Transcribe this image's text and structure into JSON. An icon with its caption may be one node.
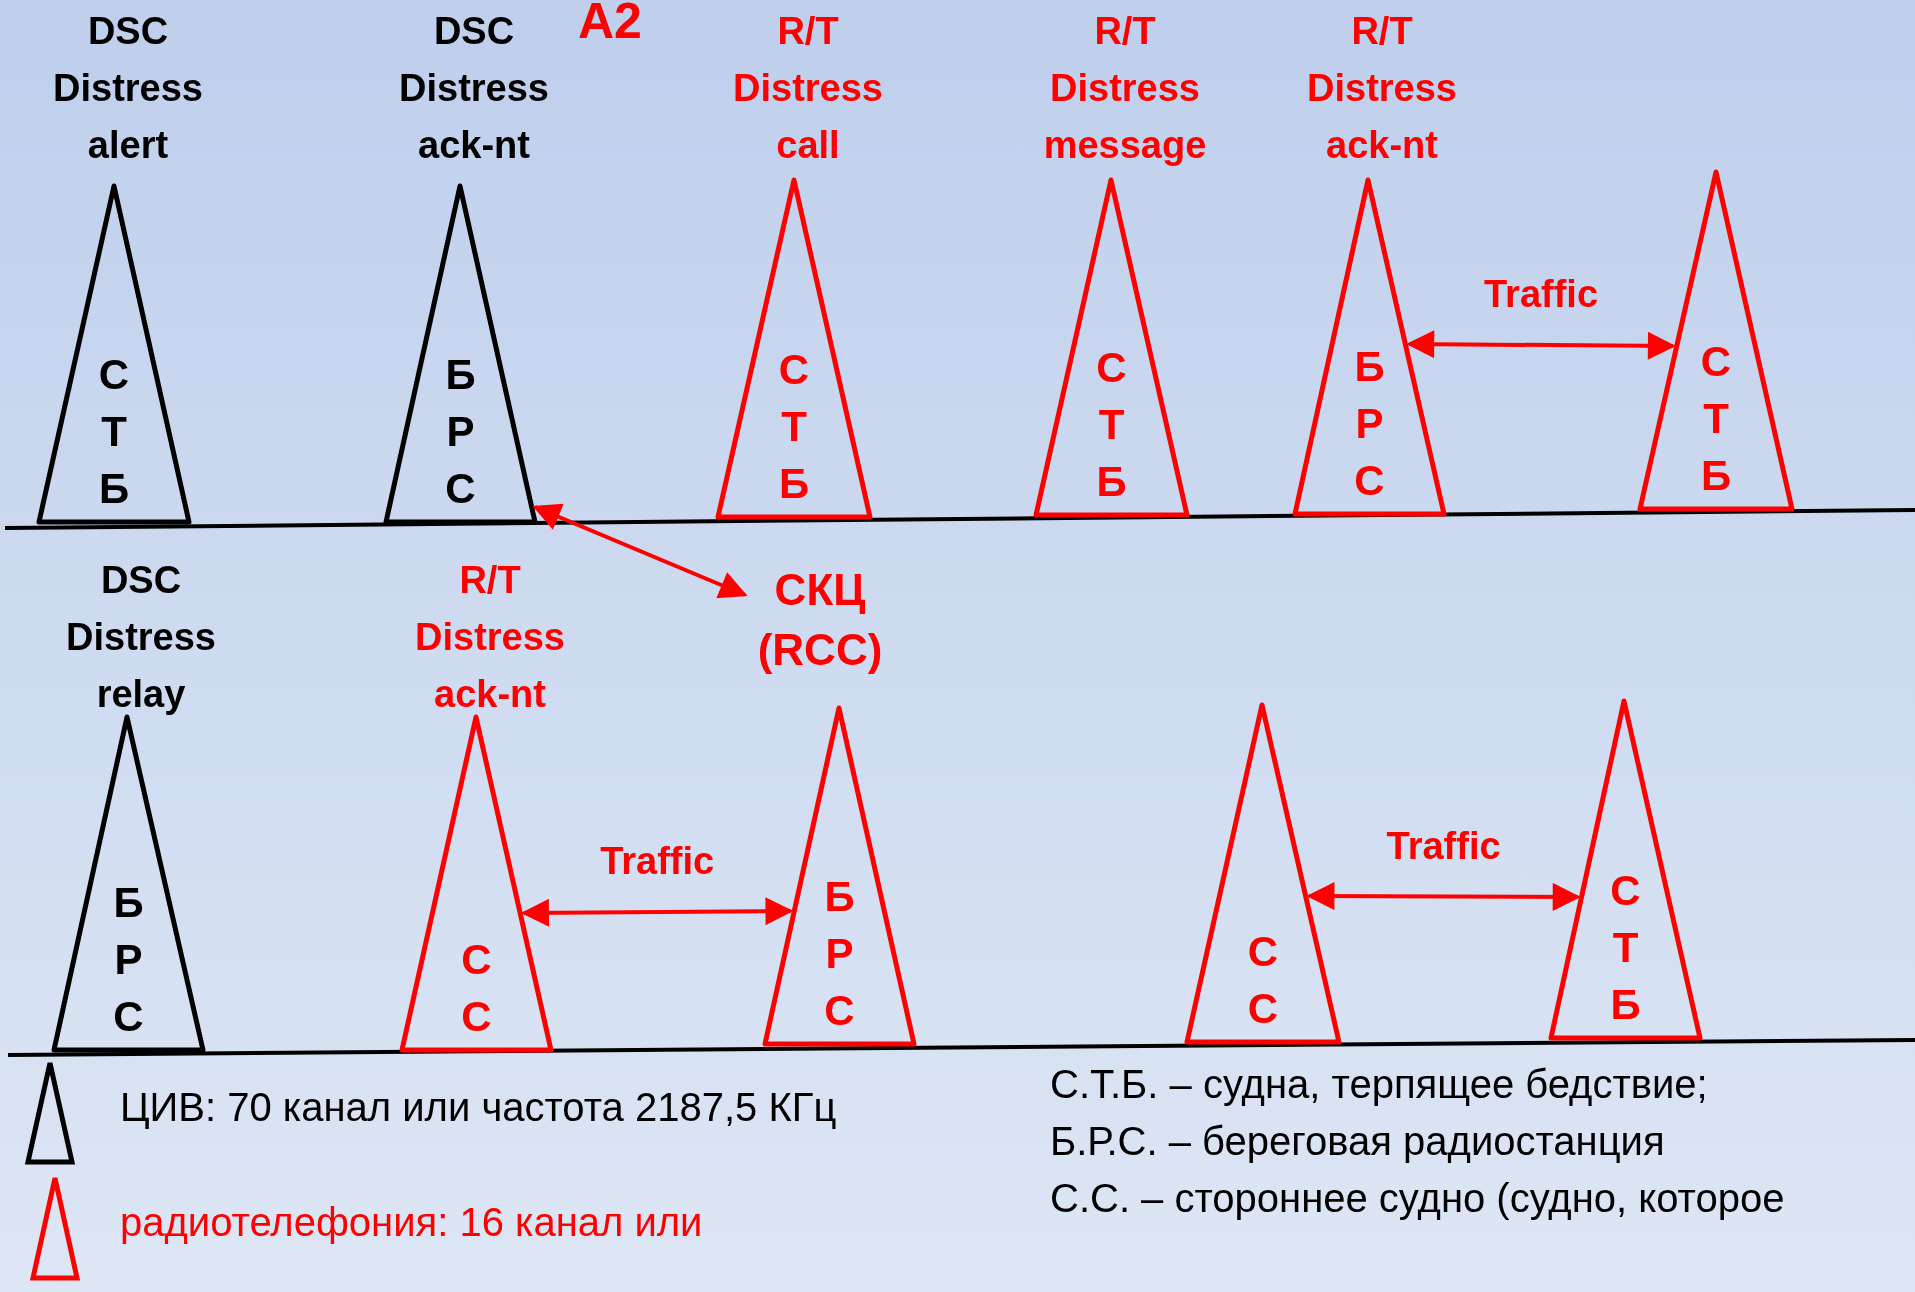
{
  "diagram": {
    "title": "A2",
    "nodes": [
      {
        "text": [
          "DSC Distress alert",
          "С Т Б"
        ]
      },
      {
        "text": [
          "DSC Distress ack-nt",
          "Б Р С"
        ]
      },
      {
        "text": [
          "R/T Distress call",
          "С Т Б"
        ]
      },
      {
        "text": [
          "R/T Distress message",
          "С Т Б"
        ]
      },
      {
        "text": [
          "R/T Distress ack-nt",
          "Б Р С"
        ]
      },
      {
        "text": [
          "С Т Б"
        ]
      },
      {
        "text": [
          "СКЦ (RCC)"
        ]
      },
      {
        "text": [
          "DSC Distress relay",
          "Б Р С"
        ]
      },
      {
        "text": [
          "R/T Distress ack-nt",
          "С С"
        ]
      },
      {
        "text": [
          "Б Р С"
        ]
      },
      {
        "text": [
          "С С"
        ]
      },
      {
        "text": [
          "С Т Б"
        ]
      }
    ],
    "edges": [
      {
        "from": 4,
        "to": 5,
        "arrow": "both",
        "label": "Traffic"
      },
      {
        "from": 1,
        "to": 6,
        "arrow": "both"
      },
      {
        "from": 8,
        "to": 9,
        "arrow": "both",
        "label": "Traffic"
      },
      {
        "from": 10,
        "to": 11,
        "arrow": "both",
        "label": "Traffic"
      }
    ],
    "labels": [
      "С.Т.Б. – судна, терпящее бедствие;",
      "Б.Р.С. – береговая радиостанция",
      "С.С. – стороннее судно (судно, которое"
    ],
    "legend": [
      {
        "text": "ЦИВ: 70 канал или частота 2187,5 КГц"
      },
      {
        "text": "радиотелефония: 16 канал или"
      }
    ]
  }
}
